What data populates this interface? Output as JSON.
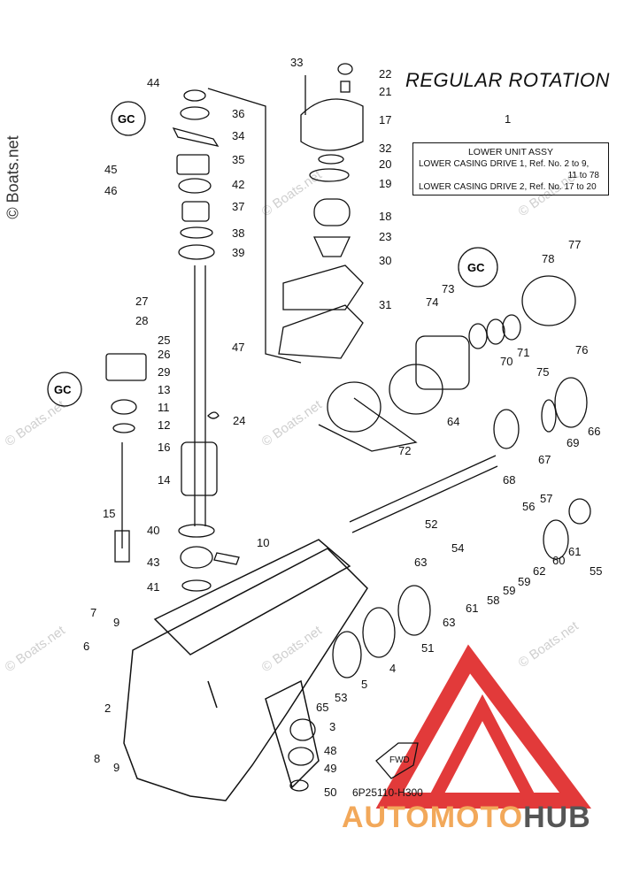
{
  "title": "REGULAR ROTATION",
  "info_box": {
    "line1": "LOWER UNIT ASSY",
    "line2": "LOWER CASING DRIVE 1, Ref. No. 2 to 9,",
    "line3": "11 to 78",
    "line4": "LOWER CASING DRIVE 2, Ref. No. 17 to 20"
  },
  "diagram_code": "6P25110-H300",
  "side_watermark": "© Boats.net",
  "faint_watermark": "© Boats.net",
  "fwd_label": "FWD",
  "sealant_mark": "GC",
  "brand": {
    "part1": "AUTOMOTO",
    "part2": "HUB",
    "color_accent": "#f2a85a",
    "color_dark": "#555555",
    "logo_red": "#e23a3a"
  },
  "callouts": [
    {
      "n": "1"
    },
    {
      "n": "2"
    },
    {
      "n": "3"
    },
    {
      "n": "4"
    },
    {
      "n": "5"
    },
    {
      "n": "6"
    },
    {
      "n": "7"
    },
    {
      "n": "8"
    },
    {
      "n": "9"
    },
    {
      "n": "9"
    },
    {
      "n": "10"
    },
    {
      "n": "11"
    },
    {
      "n": "12"
    },
    {
      "n": "13"
    },
    {
      "n": "14"
    },
    {
      "n": "15"
    },
    {
      "n": "16"
    },
    {
      "n": "17"
    },
    {
      "n": "18"
    },
    {
      "n": "19"
    },
    {
      "n": "20"
    },
    {
      "n": "21"
    },
    {
      "n": "22"
    },
    {
      "n": "23"
    },
    {
      "n": "24"
    },
    {
      "n": "25"
    },
    {
      "n": "26"
    },
    {
      "n": "27"
    },
    {
      "n": "28"
    },
    {
      "n": "29"
    },
    {
      "n": "30"
    },
    {
      "n": "31"
    },
    {
      "n": "32"
    },
    {
      "n": "33"
    },
    {
      "n": "34"
    },
    {
      "n": "35"
    },
    {
      "n": "36"
    },
    {
      "n": "37"
    },
    {
      "n": "38"
    },
    {
      "n": "39"
    },
    {
      "n": "40"
    },
    {
      "n": "41"
    },
    {
      "n": "42"
    },
    {
      "n": "43"
    },
    {
      "n": "44"
    },
    {
      "n": "45"
    },
    {
      "n": "46"
    },
    {
      "n": "47"
    },
    {
      "n": "48"
    },
    {
      "n": "49"
    },
    {
      "n": "50"
    },
    {
      "n": "51"
    },
    {
      "n": "52"
    },
    {
      "n": "53"
    },
    {
      "n": "54"
    },
    {
      "n": "55"
    },
    {
      "n": "56"
    },
    {
      "n": "57"
    },
    {
      "n": "58"
    },
    {
      "n": "59"
    },
    {
      "n": "59"
    },
    {
      "n": "60"
    },
    {
      "n": "61"
    },
    {
      "n": "61"
    },
    {
      "n": "62"
    },
    {
      "n": "63"
    },
    {
      "n": "63"
    },
    {
      "n": "64"
    },
    {
      "n": "65"
    },
    {
      "n": "66"
    },
    {
      "n": "67"
    },
    {
      "n": "68"
    },
    {
      "n": "69"
    },
    {
      "n": "70"
    },
    {
      "n": "71"
    },
    {
      "n": "72"
    },
    {
      "n": "73"
    },
    {
      "n": "74"
    },
    {
      "n": "75"
    },
    {
      "n": "76"
    },
    {
      "n": "77"
    },
    {
      "n": "78"
    }
  ]
}
